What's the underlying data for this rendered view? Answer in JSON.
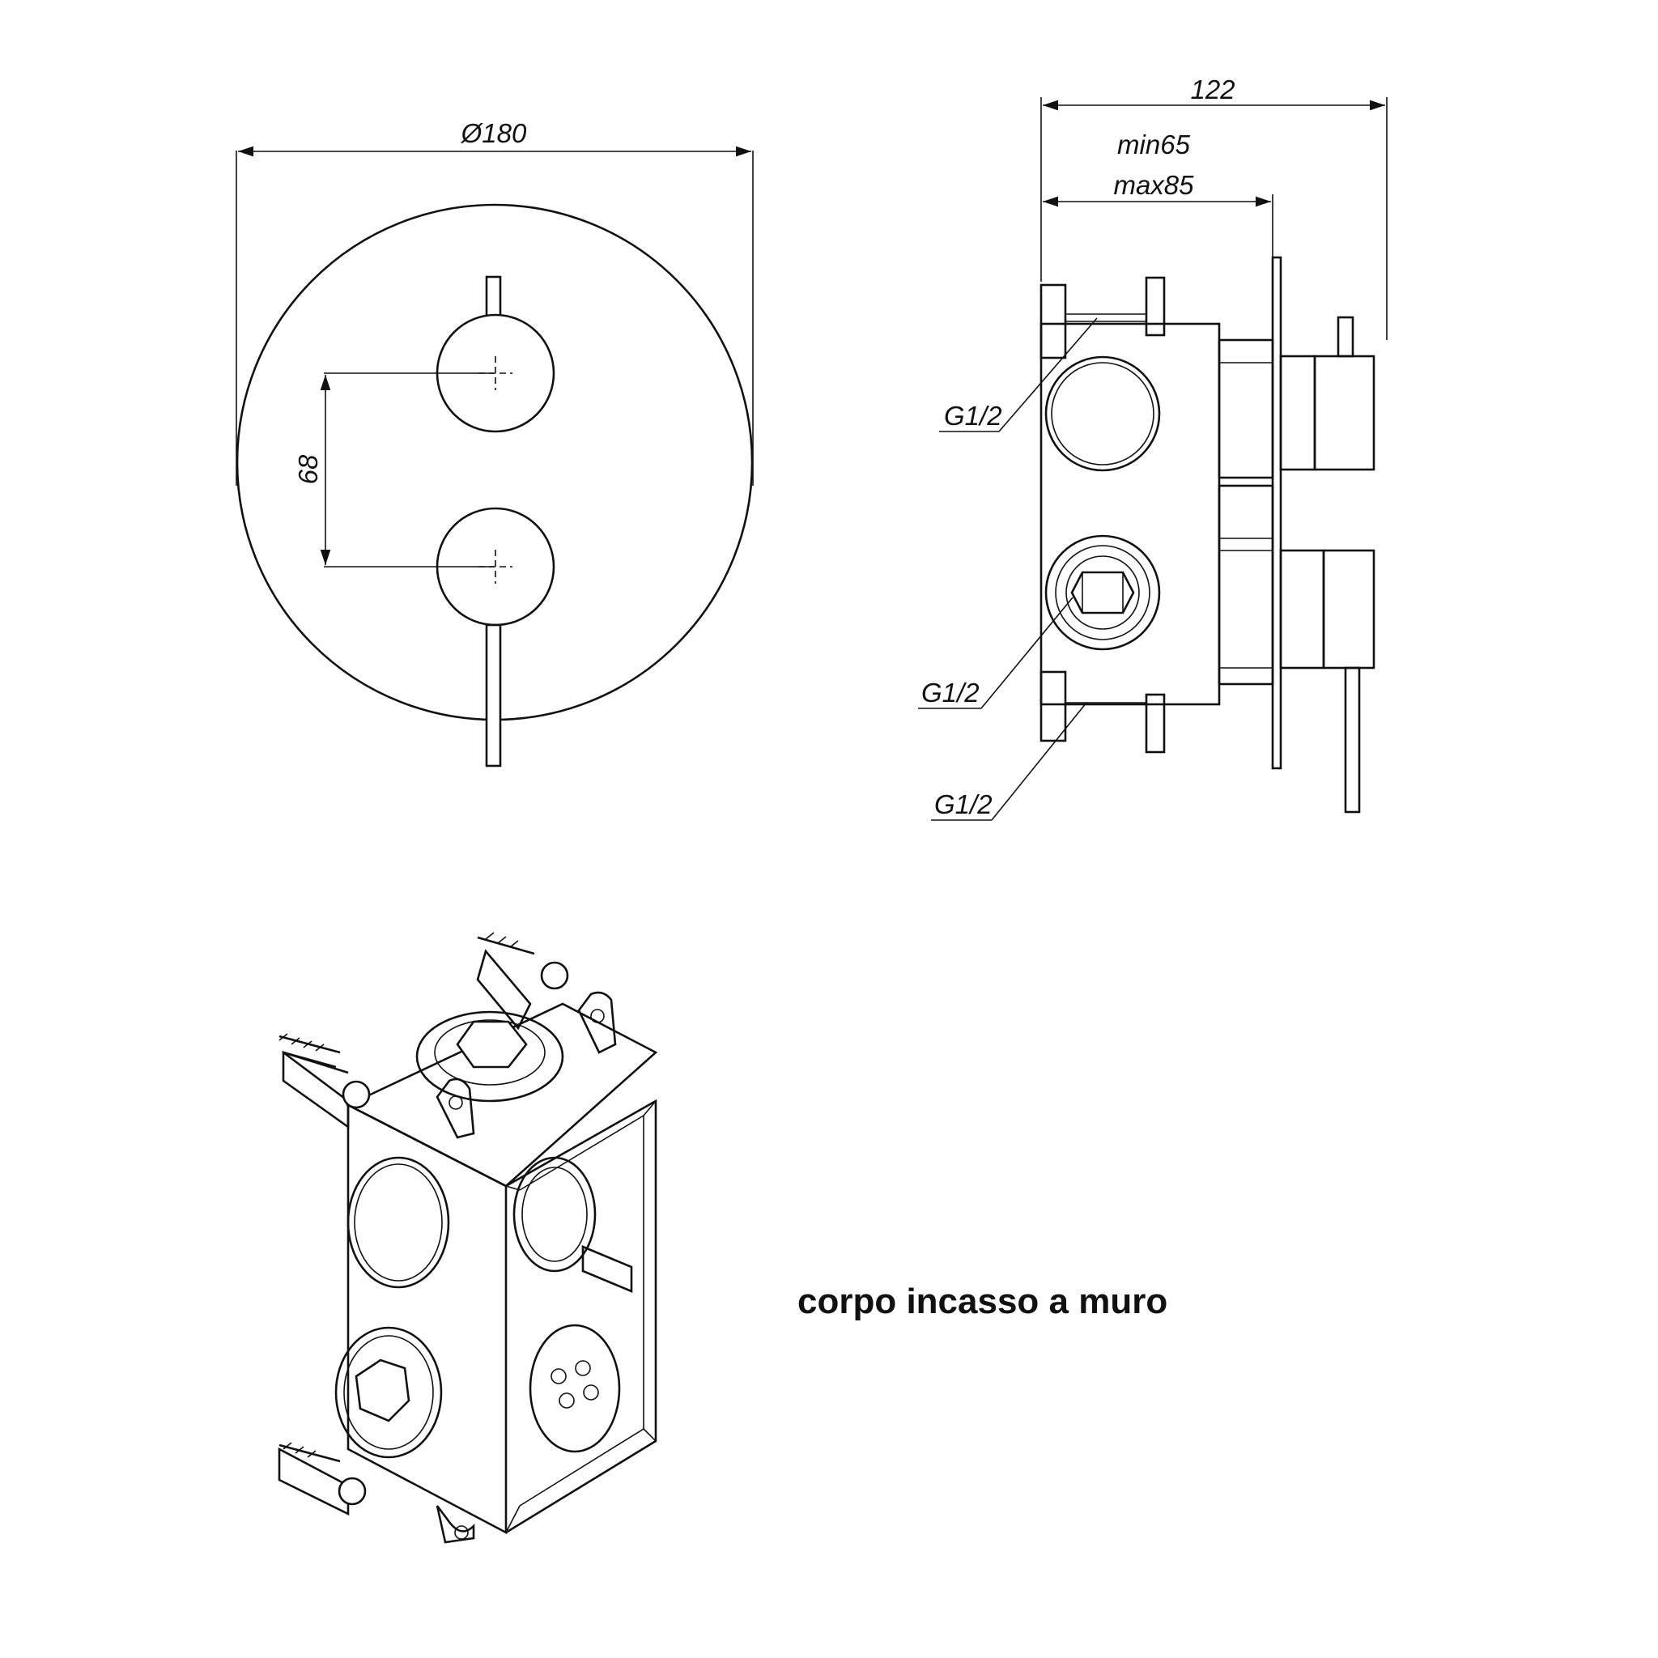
{
  "front_view": {
    "diameter_label": "Ø180",
    "spacing_label": "68"
  },
  "side_view": {
    "total_depth_label": "122",
    "depth_min_label": "min65",
    "depth_max_label": "max85",
    "connections": [
      {
        "label": "G1/2"
      },
      {
        "label": "G1/2"
      },
      {
        "label": "G1/2"
      }
    ]
  },
  "iso_view": {
    "caption": "corpo incasso a muro"
  },
  "colors": {
    "line": "#111111",
    "background": "#ffffff"
  }
}
